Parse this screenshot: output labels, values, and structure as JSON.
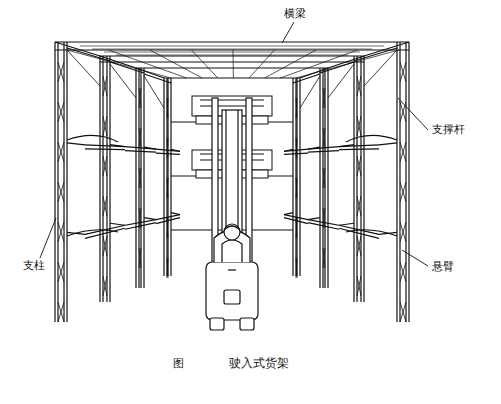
{
  "diagram": {
    "caption": "驶入式货架",
    "labels": [
      "横梁",
      "支撑杆",
      "支柱",
      "悬臂",
      "图"
    ]
  }
}
